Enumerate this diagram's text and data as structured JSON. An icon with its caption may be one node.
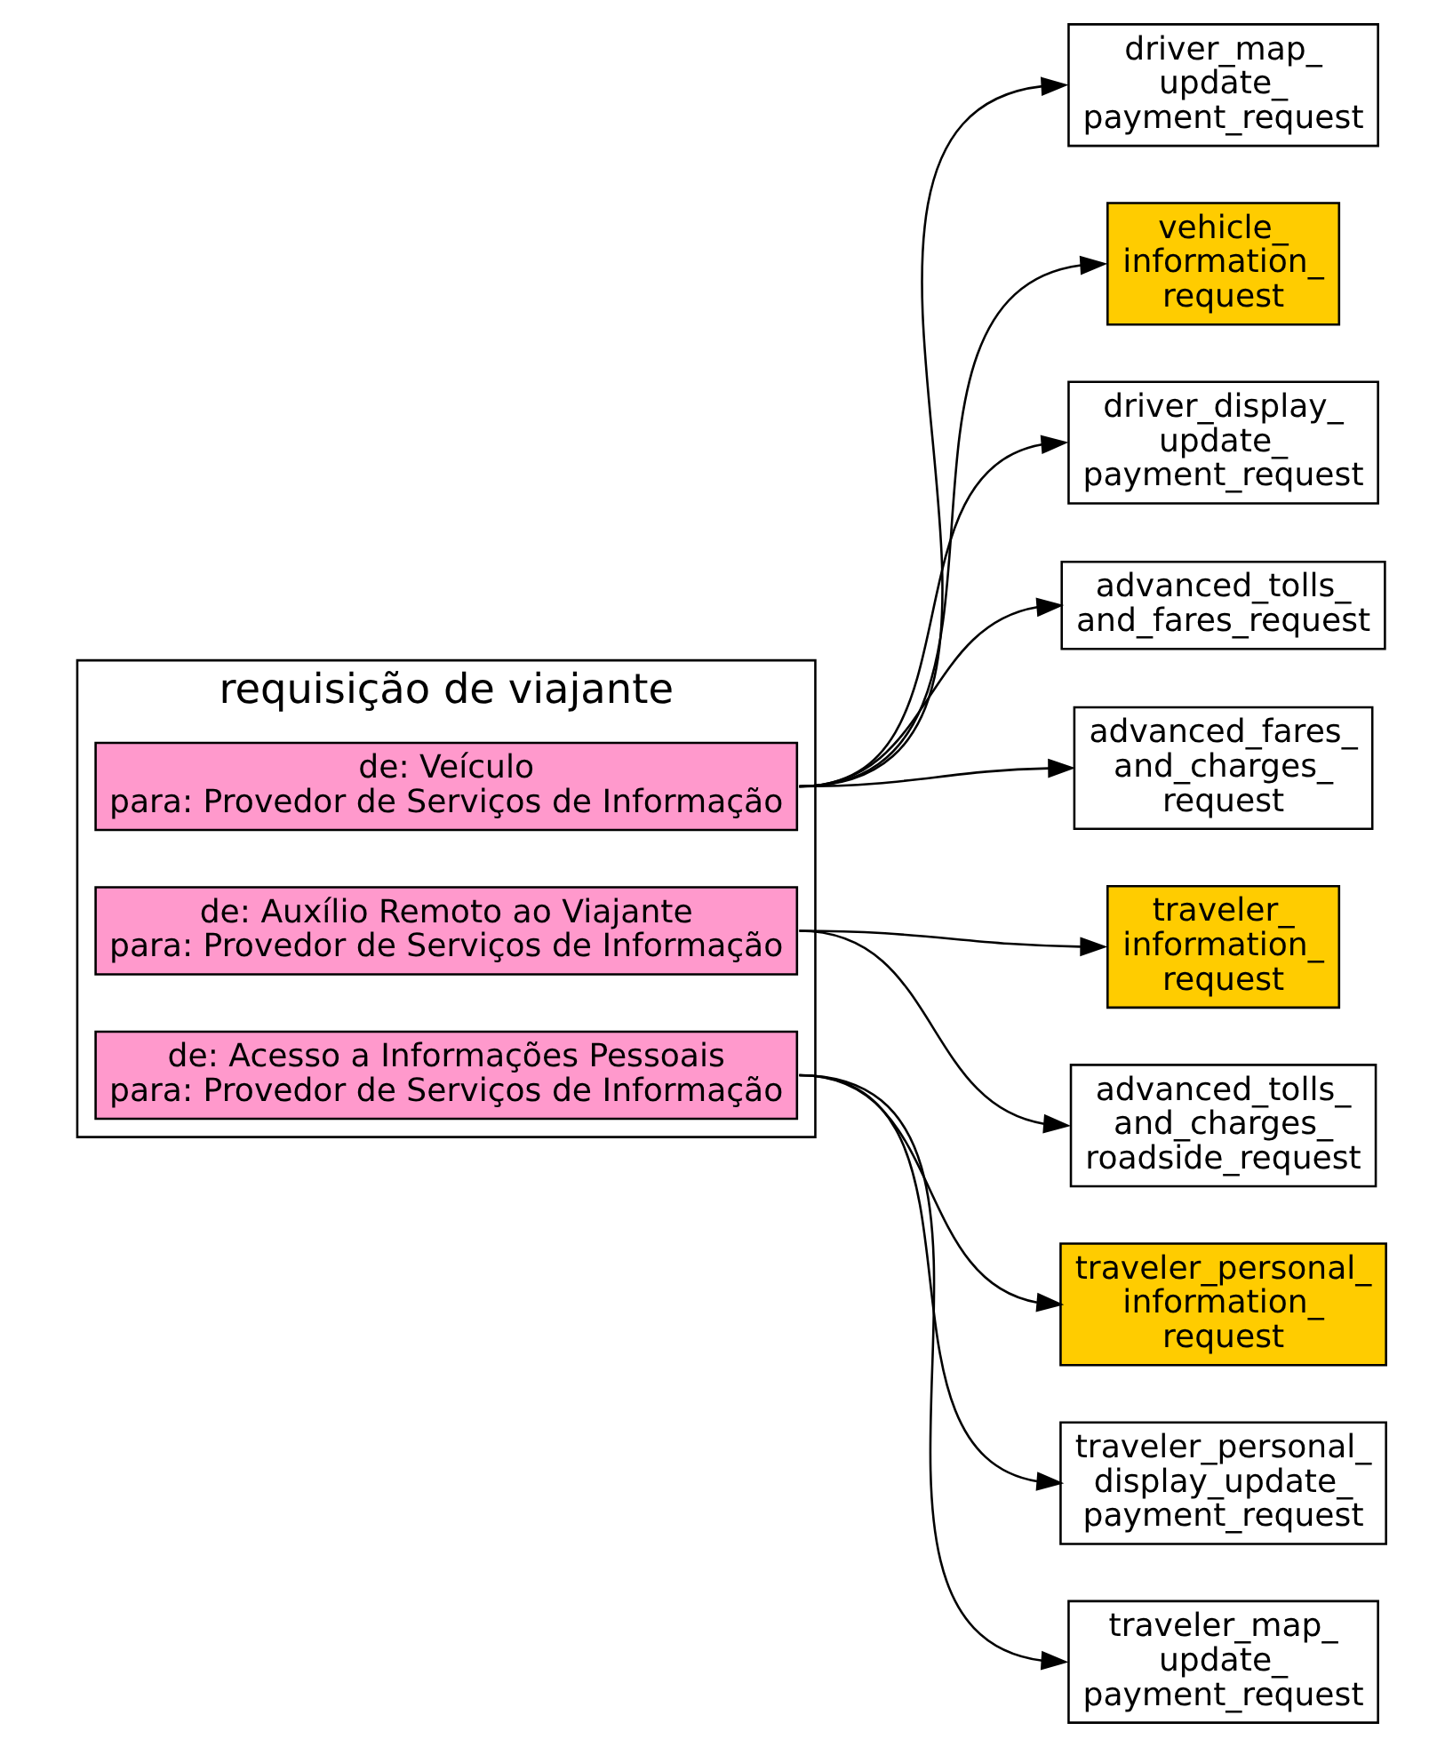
{
  "diagram": {
    "nodes": [
      {
        "text": [
          "requisição de viajante"
        ]
      },
      {
        "text": [
          "de: Veículo",
          "para: Provedor de Serviços de Informação"
        ],
        "in": 0
      },
      {
        "text": [
          "de: Auxílio Remoto ao Viajante",
          "para: Provedor de Serviços de Informação"
        ],
        "in": 0
      },
      {
        "text": [
          "de: Acesso a Informações Pessoais",
          "para: Provedor de Serviços de Informação"
        ],
        "in": 0
      },
      {
        "text": [
          "driver_map_ update_ payment_request"
        ]
      },
      {
        "text": [
          "vehicle_ information_ request"
        ]
      },
      {
        "text": [
          "driver_display_ update_ payment_request"
        ]
      },
      {
        "text": [
          "advanced_tolls_ and_fares_request"
        ]
      },
      {
        "text": [
          "advanced_fares_ and_charges_ request"
        ]
      },
      {
        "text": [
          "traveler_ information_ request"
        ]
      },
      {
        "text": [
          "advanced_tolls_ and_charges_ roadside_request"
        ]
      },
      {
        "text": [
          "traveler_personal_ information_ request"
        ]
      },
      {
        "text": [
          "traveler_personal_ display_update_ payment_request"
        ]
      },
      {
        "text": [
          "traveler_map_ update_ payment_request"
        ]
      }
    ],
    "edges": [
      {
        "from": 1,
        "to": 4,
        "arrow": "to"
      },
      {
        "from": 1,
        "to": 5,
        "arrow": "to"
      },
      {
        "from": 1,
        "to": 6,
        "arrow": "to"
      },
      {
        "from": 1,
        "to": 7,
        "arrow": "to"
      },
      {
        "from": 1,
        "to": 8,
        "arrow": "to"
      },
      {
        "from": 2,
        "to": 9,
        "arrow": "to"
      },
      {
        "from": 2,
        "to": 10,
        "arrow": "to"
      },
      {
        "from": 3,
        "to": 11,
        "arrow": "to"
      },
      {
        "from": 3,
        "to": 12,
        "arrow": "to"
      },
      {
        "from": 3,
        "to": 13,
        "arrow": "to"
      }
    ]
  }
}
